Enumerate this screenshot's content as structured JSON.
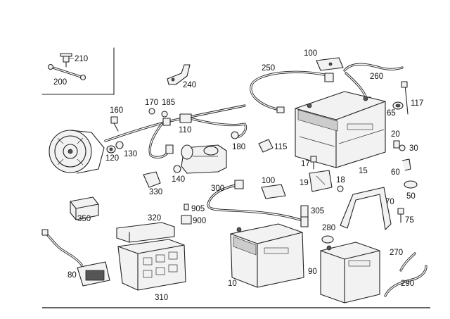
{
  "diagram": {
    "callouts": {
      "c210": "210",
      "c200": "200",
      "c240": "240",
      "c250": "250",
      "c100a": "100",
      "c260": "260",
      "c117": "117",
      "c65": "65",
      "c160": "160",
      "c170": "170",
      "c185": "185",
      "c110": "110",
      "c120": "120",
      "c130": "130",
      "c180": "180",
      "c115": "115",
      "c140": "140",
      "c15": "15",
      "c20": "20",
      "c30": "30",
      "c60": "60",
      "c50": "50",
      "c17": "17",
      "c19": "19",
      "c18": "18",
      "c330": "330",
      "c300": "300",
      "c100b": "100",
      "c70": "70",
      "c75": "75",
      "c350": "350",
      "c905": "905",
      "c900": "900",
      "c305": "305",
      "c320": "320",
      "c280": "280",
      "c80": "80",
      "c10": "10",
      "c90": "90",
      "c270": "270",
      "c310": "310",
      "c290": "290"
    }
  }
}
